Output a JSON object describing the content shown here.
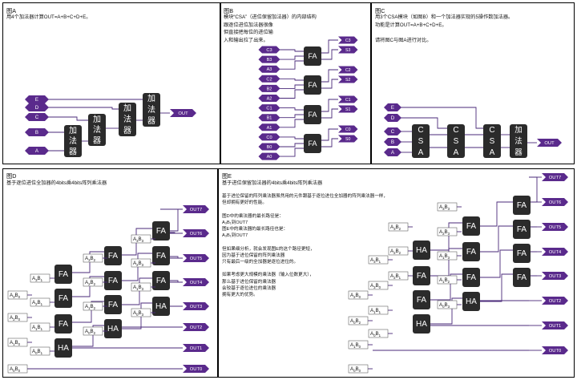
{
  "colors": {
    "purple": "#5a2a8c",
    "box": "#2b2b2b",
    "wire": "#4a2a7a"
  },
  "panelA": {
    "title": "图A",
    "desc": "用4个加法器计算OUT=A+B+C+D+E。",
    "inputs": [
      "E",
      "D",
      "C",
      "B",
      "A"
    ],
    "adder": "加法器",
    "output": "OUT"
  },
  "panelB": {
    "title": "图B",
    "desc": "模块“CSA”（进位保留加法器）的内部结构\n跟逐位进位加法器很像\n但直接把每位的进位输\n入和输出拉了出来。",
    "inputs": [
      "C3",
      "B3",
      "A3",
      "C2",
      "B2",
      "A2",
      "C1",
      "B1",
      "A1",
      "C0",
      "B0",
      "A0"
    ],
    "fa": "FA",
    "outputs": [
      "C3",
      "S3",
      "C2",
      "S2",
      "C1",
      "S1",
      "C0",
      "S0"
    ]
  },
  "panelC": {
    "title": "图C",
    "desc": "用3个CSA模块（如图B）和一个加法器实现的5操作数加法器。\n功能是计算OUT=A+B+C+D+E。\n\n请将图C与图A进行对比。",
    "inputs": [
      "E",
      "D",
      "C",
      "B",
      "A"
    ],
    "csa": [
      "C",
      "S",
      "A"
    ],
    "adder": "加法器",
    "output": "OUT"
  },
  "panelD": {
    "title": "图D",
    "desc": "基于逐位进位全加器的4bits乘4bits阵列乘法器",
    "fa": "FA",
    "ha": "HA",
    "outputs": [
      "OUT7",
      "OUT6",
      "OUT5",
      "OUT4",
      "OUT3",
      "OUT2",
      "OUT1",
      "OUT0"
    ],
    "products": [
      "A3B3",
      "A3B2",
      "A2B3",
      "A3B1",
      "A2B2",
      "A1B3",
      "A3B0",
      "A2B1",
      "A1B2",
      "A0B3",
      "A2B0",
      "A1B1",
      "A0B2",
      "A1B0",
      "A0B1",
      "A0B0"
    ]
  },
  "panelE": {
    "title": "图E",
    "desc": "基于进位保留加法器的4bits乘4bits阵列乘法器",
    "body": "基于进位保留的阵列乘法器虽然用的元件跟基于逐位进位全加器的阵列乘法器一样，\n但却拥有更好的性能。\n\n图D中的乘法器的最长路径是：\nA₃B₁到OUT7\n图E中的乘法器的最长路径也是：\nA₃B₁到OUT7\n\n但如果细分析，就会发现图E的这个路径更短，\n因为基于进位保留的阵列乘法器\n只有最后一级的全加器是逐位进位的。\n\n如果考虑更大规模的乘法器（输入位数更大），\n那么基于进位保留的乘法器\n会较基于逐位进位的乘法器\n拥有更大的优势。",
    "fa": "FA",
    "ha": "HA",
    "outputs": [
      "OUT7",
      "OUT6",
      "OUT5",
      "OUT4",
      "OUT3",
      "OUT2",
      "OUT1",
      "OUT0"
    ],
    "products": [
      "A3B3",
      "A3B2",
      "A2B3",
      "A3B1",
      "A2B2",
      "A1B3",
      "A3B0",
      "A2B1",
      "A1B2",
      "A0B3",
      "A2B0",
      "A1B1",
      "A0B2",
      "A1B0",
      "A0B1",
      "A0B0"
    ]
  }
}
